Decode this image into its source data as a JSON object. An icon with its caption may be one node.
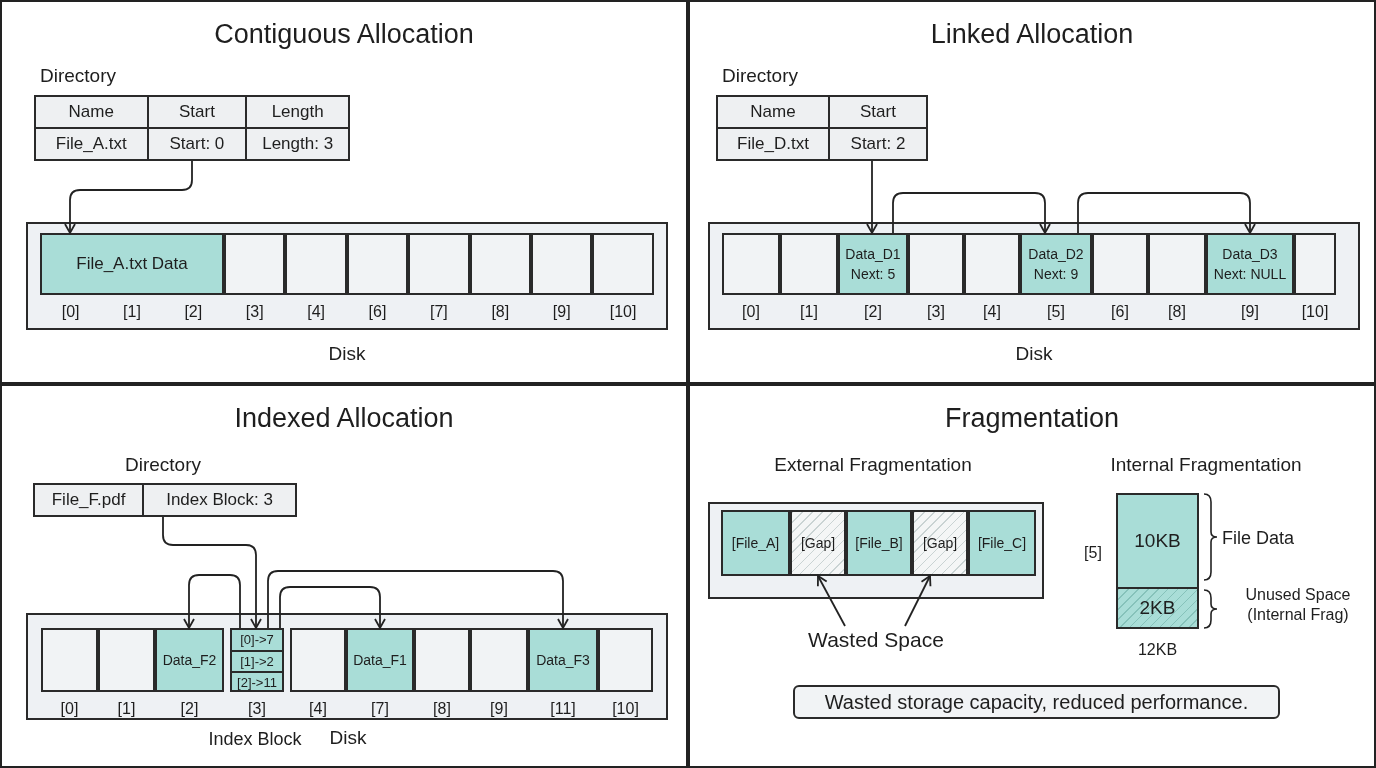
{
  "diagram": {
    "nodes": [
      {
        "text": [
          "Contiguous Allocation"
        ]
      },
      {
        "text": [
          "Directory",
          "Name",
          "Start",
          "Length",
          "File_A.txt",
          "Start: 0",
          "Length: 3"
        ],
        "in": 0
      },
      {
        "text": [
          "Disk"
        ],
        "in": 0
      },
      {
        "text": [
          "File_A.txt Data"
        ],
        "in": 2,
        "beside": [
          "[0]",
          "[1]",
          "[2]"
        ]
      },
      {
        "text": [],
        "shape": "box",
        "in": 2,
        "beside": [
          "[3]"
        ]
      },
      {
        "text": [],
        "shape": "box",
        "in": 2,
        "beside": [
          "[4]"
        ]
      },
      {
        "text": [],
        "shape": "box",
        "in": 2,
        "beside": [
          "[6]"
        ]
      },
      {
        "text": [],
        "shape": "box",
        "in": 2,
        "beside": [
          "[7]"
        ]
      },
      {
        "text": [],
        "shape": "box",
        "in": 2,
        "beside": [
          "[8]"
        ]
      },
      {
        "text": [],
        "shape": "box",
        "in": 2,
        "beside": [
          "[9]"
        ]
      },
      {
        "text": [],
        "shape": "box",
        "in": 2,
        "beside": [
          "[10]"
        ]
      },
      {
        "text": [
          "Linked Allocation"
        ]
      },
      {
        "text": [
          "Directory",
          "Name",
          "Start",
          "File_D.txt",
          "Start: 2"
        ],
        "in": 11
      },
      {
        "text": [
          "Disk"
        ],
        "in": 11
      },
      {
        "text": [],
        "shape": "box",
        "in": 13,
        "beside": [
          "[0]"
        ]
      },
      {
        "text": [],
        "shape": "box",
        "in": 13,
        "beside": [
          "[1]"
        ]
      },
      {
        "text": [
          "Data_D1",
          "Next: 5"
        ],
        "in": 13,
        "beside": [
          "[2]"
        ]
      },
      {
        "text": [],
        "shape": "box",
        "in": 13,
        "beside": [
          "[3]"
        ]
      },
      {
        "text": [],
        "shape": "box",
        "in": 13,
        "beside": [
          "[4]"
        ]
      },
      {
        "text": [
          "Data_D2",
          "Next: 9"
        ],
        "in": 13,
        "beside": [
          "[5]"
        ]
      },
      {
        "text": [],
        "shape": "box",
        "in": 13,
        "beside": [
          "[6]"
        ]
      },
      {
        "text": [],
        "shape": "box",
        "in": 13,
        "beside": [
          "[8]"
        ]
      },
      {
        "text": [
          "Data_D3",
          "Next: NULL"
        ],
        "in": 13,
        "beside": [
          "[9]"
        ]
      },
      {
        "text": [],
        "shape": "box",
        "in": 13,
        "beside": [
          "[10]"
        ]
      },
      {
        "text": [
          "Indexed Allocation"
        ]
      },
      {
        "text": [
          "Directory",
          "File_F.pdf",
          "Index Block: 3"
        ],
        "in": 24
      },
      {
        "text": [
          "Disk"
        ],
        "in": 24
      },
      {
        "text": [],
        "shape": "box",
        "in": 26,
        "beside": [
          "[0]"
        ]
      },
      {
        "text": [],
        "shape": "box",
        "in": 26,
        "beside": [
          "[1]"
        ]
      },
      {
        "text": [
          "Data_F2"
        ],
        "in": 26,
        "beside": [
          "[2]"
        ]
      },
      {
        "text": [
          "[0]->7",
          "[1]->2",
          "[2]->11"
        ],
        "in": 26,
        "beside": [
          "[3]"
        ]
      },
      {
        "text": [],
        "shape": "box",
        "in": 26,
        "beside": [
          "[4]"
        ]
      },
      {
        "text": [
          "Data_F1"
        ],
        "in": 26,
        "beside": [
          "[7]"
        ]
      },
      {
        "text": [],
        "shape": "box",
        "in": 26,
        "beside": [
          "[8]"
        ]
      },
      {
        "text": [],
        "shape": "box",
        "in": 26,
        "beside": [
          "[9]"
        ]
      },
      {
        "text": [
          "Data_F3"
        ],
        "in": 26,
        "beside": [
          "[11]"
        ]
      },
      {
        "text": [],
        "shape": "box",
        "in": 26,
        "beside": [
          "[10]"
        ]
      },
      {
        "text": [
          "Fragmentation"
        ]
      },
      {
        "text": [],
        "shape": "box",
        "in": 37
      },
      {
        "text": [
          "[File_A]"
        ],
        "in": 38
      },
      {
        "text": [
          "[Gap]"
        ],
        "in": 38
      },
      {
        "text": [
          "[File_B]"
        ],
        "in": 38
      },
      {
        "text": [
          "[Gap]"
        ],
        "in": 38
      },
      {
        "text": [
          "[File_C]"
        ],
        "in": 38
      },
      {
        "text": [
          "Wasted Space"
        ],
        "in": 37
      },
      {
        "text": [],
        "shape": "box",
        "in": 37,
        "beside": [
          "[5]",
          "12KB"
        ]
      },
      {
        "text": [
          "10KB"
        ],
        "in": 45
      },
      {
        "text": [
          "2KB"
        ],
        "in": 45
      },
      {
        "text": [
          "Wasted storage capacity, reduced performance."
        ],
        "in": 37
      }
    ],
    "edges": [
      {
        "from": 1,
        "to": 3,
        "arrow": "to"
      },
      {
        "from": 12,
        "to": 16,
        "arrow": "to"
      },
      {
        "from": 16,
        "to": 19,
        "arrow": "to"
      },
      {
        "from": 19,
        "to": 22,
        "arrow": "to"
      },
      {
        "from": 25,
        "to": 30,
        "arrow": "to"
      },
      {
        "from": 30,
        "to": 29,
        "arrow": "to"
      },
      {
        "from": 30,
        "to": 32,
        "arrow": "to"
      },
      {
        "from": 30,
        "to": 35,
        "arrow": "to"
      },
      {
        "from": 44,
        "to": 40,
        "arrow": "to"
      },
      {
        "from": 44,
        "to": 42,
        "arrow": "to"
      }
    ],
    "labels": [
      "Index Block",
      "External Fragmentation",
      "Internal Fragmentation",
      "File Data",
      "Unused Space (Internal Frag)"
    ]
  }
}
